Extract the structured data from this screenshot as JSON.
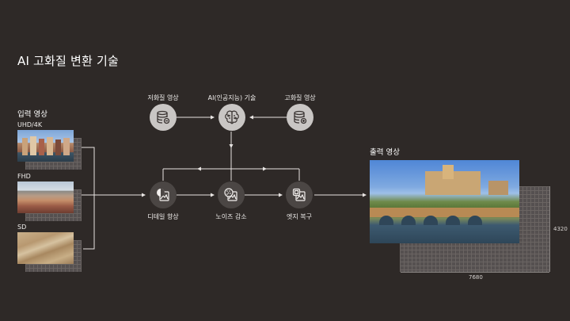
{
  "title": "AI 고화질 변환 기술",
  "input": {
    "heading": "입력 영상",
    "items": [
      {
        "label": "UHD/4K"
      },
      {
        "label": "FHD"
      },
      {
        "label": "SD"
      }
    ]
  },
  "top_nodes": [
    {
      "label": "저화질 영상",
      "icon": "database-minus-icon"
    },
    {
      "label": "AI(인공지능) 기술",
      "icon": "brain-icon"
    },
    {
      "label": "고화질 영상",
      "icon": "database-plus-icon"
    }
  ],
  "bottom_nodes": [
    {
      "label": "디테일 향상",
      "icon": "detail-enhance-icon"
    },
    {
      "label": "노이즈 감소",
      "icon": "noise-reduction-icon"
    },
    {
      "label": "엣지 복구",
      "icon": "edge-restore-icon"
    }
  ],
  "output": {
    "heading": "출력 영상",
    "width_label": "7680",
    "height_label": "4320"
  },
  "colors": {
    "background": "#2e2927",
    "light_node": "#c9c6c4",
    "dark_node": "#4b4644"
  }
}
